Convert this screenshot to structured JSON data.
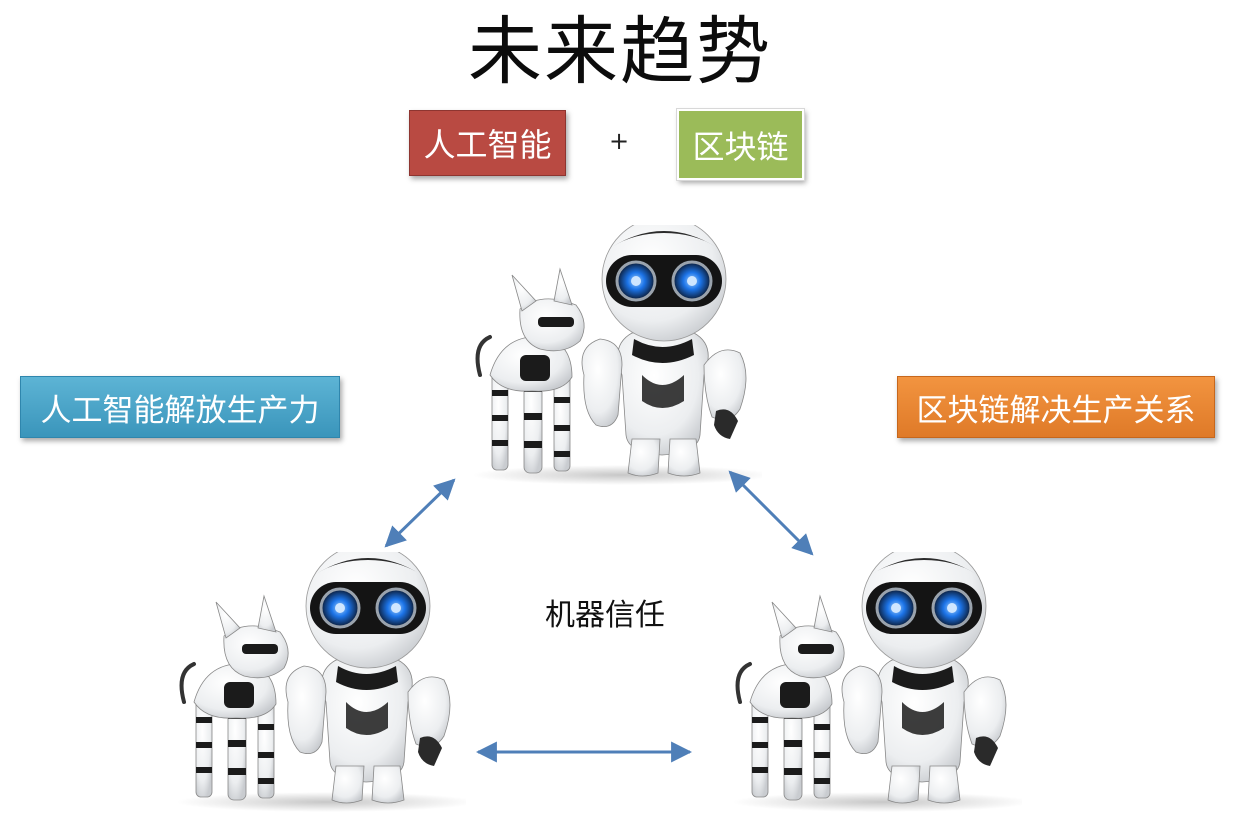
{
  "title": "未来趋势",
  "tags": {
    "ai": "人工智能",
    "plus": "+",
    "blockchain": "区块链",
    "left": "人工智能解放生产力",
    "right": "区块链解决生产关系"
  },
  "center_label": "机器信任",
  "colors": {
    "ai": "#b94a42",
    "blockchain": "#9bbb59",
    "left": "#4aa6c9",
    "right": "#ea8632",
    "arrow": "#4f7fb8"
  },
  "icons": [
    "robot-and-dog-illustration",
    "double-arrow"
  ]
}
